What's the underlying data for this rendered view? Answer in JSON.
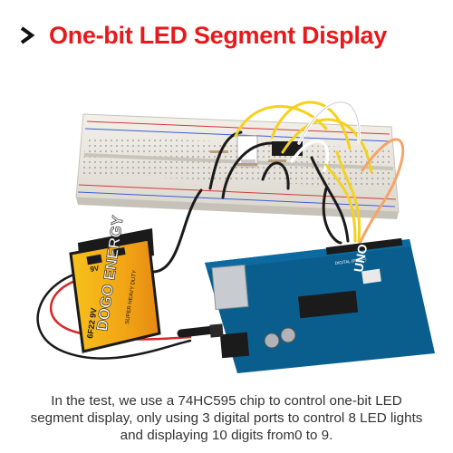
{
  "header": {
    "title": "One-bit LED Segment Display",
    "chevron_icon": "chevron-right-icon",
    "title_color": "#e8191c"
  },
  "photo": {
    "battery": {
      "voltage_label": "9V",
      "brand": "DOGO ENERGY",
      "duty": "SUPER HEAVY DUTY",
      "model": "6F22 9V"
    },
    "board": {
      "brand": "UNO",
      "digital_label": "DIGITAL (PWM~)"
    }
  },
  "caption": {
    "line1": "In the test, we use a 74HC595 chip to control one-bit LED",
    "line2": "segment display, only using 3 digital ports to control 8 LED lights",
    "line3": "and displaying 10 digits from0 to 9."
  }
}
